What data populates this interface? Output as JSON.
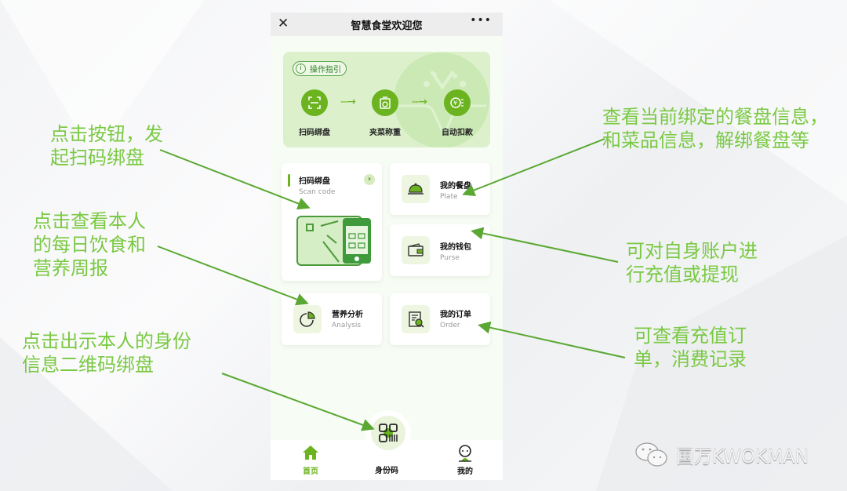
{
  "app": {
    "title": "智慧食堂欢迎您",
    "close_icon": "close-icon",
    "more_icon": "more-icon"
  },
  "guide": {
    "label": "操作指引",
    "steps": [
      {
        "label": "扫码绑盘",
        "icon": "scan-icon"
      },
      {
        "label": "夹菜称重",
        "icon": "scale-icon"
      },
      {
        "label": "自动扣款",
        "icon": "payment-icon"
      }
    ]
  },
  "cards": {
    "scan": {
      "title": "扫码绑盘",
      "subtitle": "Scan code"
    },
    "plate": {
      "title": "我的餐盘",
      "subtitle": "Plate"
    },
    "purse": {
      "title": "我的钱包",
      "subtitle": "Purse"
    },
    "analysis": {
      "title": "营养分析",
      "subtitle": "Analysis"
    },
    "order": {
      "title": "我的订单",
      "subtitle": "Order"
    }
  },
  "tabbar": {
    "home": "首页",
    "id_code": "身份码",
    "mine": "我的",
    "active": "home"
  },
  "annotations": {
    "scan": "点击按钮，发\n起扫码绑盘",
    "analysis": "点击查看本人\n的每日饮食和\n营养周报",
    "id_code": "点击出示本人的身份\n信息二维码绑盘",
    "plate": "查看当前绑定的餐盘信息，\n和菜品信息，解绑餐盘等",
    "purse": "可对自身账户进\n行充值或提现",
    "order": "可查看充值订\n单，消费记录"
  },
  "watermark": "国万KWOKMAN",
  "colors": {
    "accent": "#6bb31f",
    "annotation": "#7ac943",
    "guide_bg": "#dcf0cc"
  }
}
